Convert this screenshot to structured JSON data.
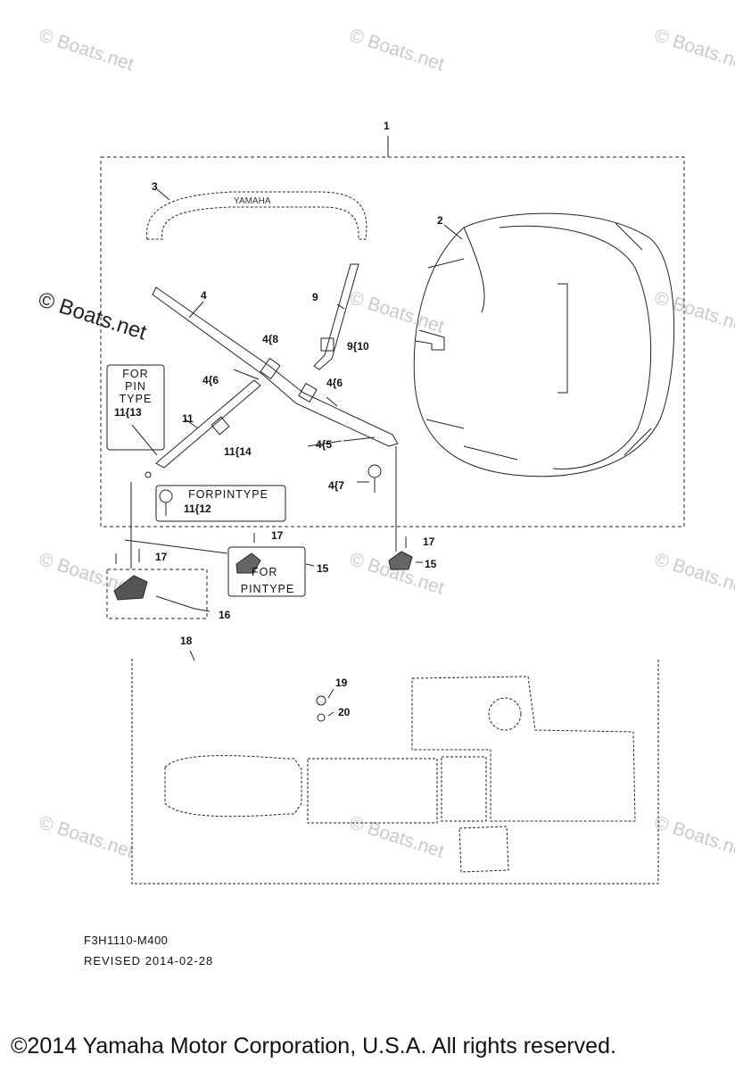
{
  "watermark": {
    "text": "© Boats.net"
  },
  "callouts": {
    "c1": "1",
    "c2": "2",
    "c3": "3",
    "c4": "4",
    "c4_8": "4{8",
    "c4_6a": "4{6",
    "c4_6b": "4{6",
    "c4_5": "4{5",
    "c4_7": "4{7",
    "c9": "9",
    "c9_10": "9{10",
    "c11": "11",
    "c11_13": "11{13",
    "c11_14": "11{14",
    "c11_12": "11{12",
    "c15a": "15",
    "c15b": "15",
    "c16": "16",
    "c17a": "17",
    "c17b": "17",
    "c17c": "17",
    "c18": "18",
    "c19": "19",
    "c20": "20"
  },
  "notes": {
    "for_pin_type_box1": [
      "FOR",
      "PIN",
      "TYPE"
    ],
    "for_pin_type_box2": "FORPINTYPE",
    "for_pin_type_box3": [
      "FOR",
      "PINTYPE"
    ]
  },
  "logo_text": "YAMAHA",
  "footer": {
    "code": "F3H1110-M400",
    "revised_label": "REVISED",
    "revised_date": "2014-02-28",
    "copyright": "©2014 Yamaha Motor Corporation, U.S.A. All rights reserved."
  }
}
